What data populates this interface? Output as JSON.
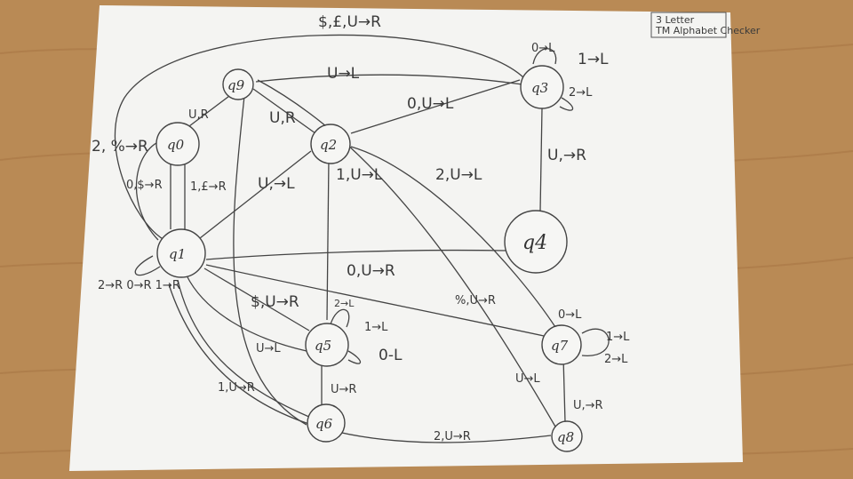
{
  "note": {
    "line1": "3 Letter",
    "line2": "TM Alphabet Checker"
  },
  "states": {
    "q0": "q0",
    "q1": "q1",
    "q2": "q2",
    "q3": "q3",
    "q4": "q4",
    "q5": "q5",
    "q6": "q6",
    "q7": "q7",
    "q8": "q8",
    "q9": "q9"
  },
  "labels": {
    "top_loop": "$,£,U→R",
    "q0_q9": "U,R",
    "q0_q1_a": "0,$→R",
    "q0_q1_b": "1,£→R",
    "q1_q0_back": "2, %→R",
    "q1_q2": "U,→L",
    "q2_q9": "U,R",
    "q2_q3": "0,U→L",
    "q2_q5": "1,U→L",
    "q2_q7": "2,U→L",
    "q3_q9": "U→L",
    "q3_loop_0": "0→L",
    "q3_loop_1": "1→L",
    "q3_loop_2": "2→L",
    "q3_q4": "U,→R",
    "q4_q1": "0,U→R",
    "q1_loops": "2→R 0→R 1→R",
    "q1_q5": "$,U→R",
    "q5_loop_2": "2→L",
    "q5_loop_1": "1→L",
    "q5_loop_0": "0-L",
    "q5_q6": "U→R",
    "q5_q1": "U→L",
    "q6_q1": "1,U→R",
    "q7_q1": "%,U→R",
    "q7_loop_0": "0→L",
    "q7_loop_1": "1→L",
    "q7_loop_2": "2→L",
    "q7_q8": "U,→R",
    "q8_q9": "U→L",
    "q8_q1": "2,U→R"
  }
}
